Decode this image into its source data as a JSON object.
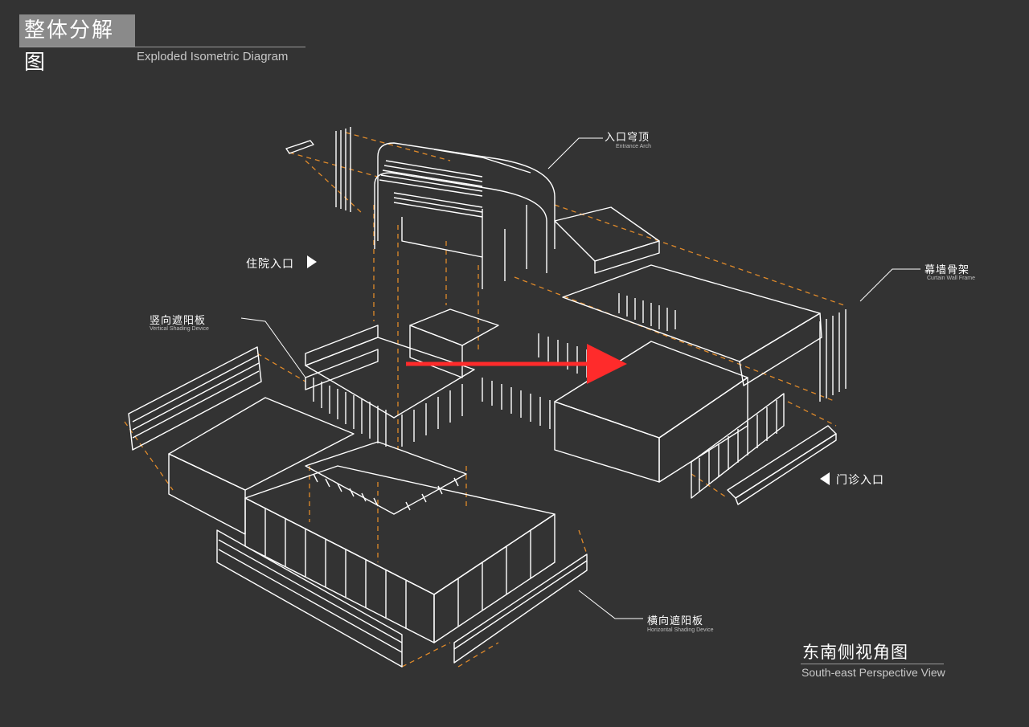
{
  "header": {
    "title_cn": "整体分解图",
    "title_en": "Exploded Isometric Diagram"
  },
  "footer": {
    "view_cn": "东南侧视角图",
    "view_en": "South-east Perspective View"
  },
  "labels": {
    "entrance_arch": {
      "cn": "入口穹顶",
      "en": "Entrance Arch"
    },
    "curtain_wall": {
      "cn": "幕墙骨架",
      "en": "Curtain Wall Frame"
    },
    "vertical_shading": {
      "cn": "竖向遮阳板",
      "en": "Vertical Shading Device"
    },
    "horizontal_shading": {
      "cn": "横向遮阳板",
      "en": "Horizontal Shading Device"
    }
  },
  "entrances": {
    "inpatient": "住院入口",
    "outpatient": "门诊入口"
  },
  "colors": {
    "background": "#333333",
    "line": "#ffffff",
    "dash": "#e08a2a",
    "arrow": "#ff2b2b",
    "title_box": "#8a8a8a"
  }
}
